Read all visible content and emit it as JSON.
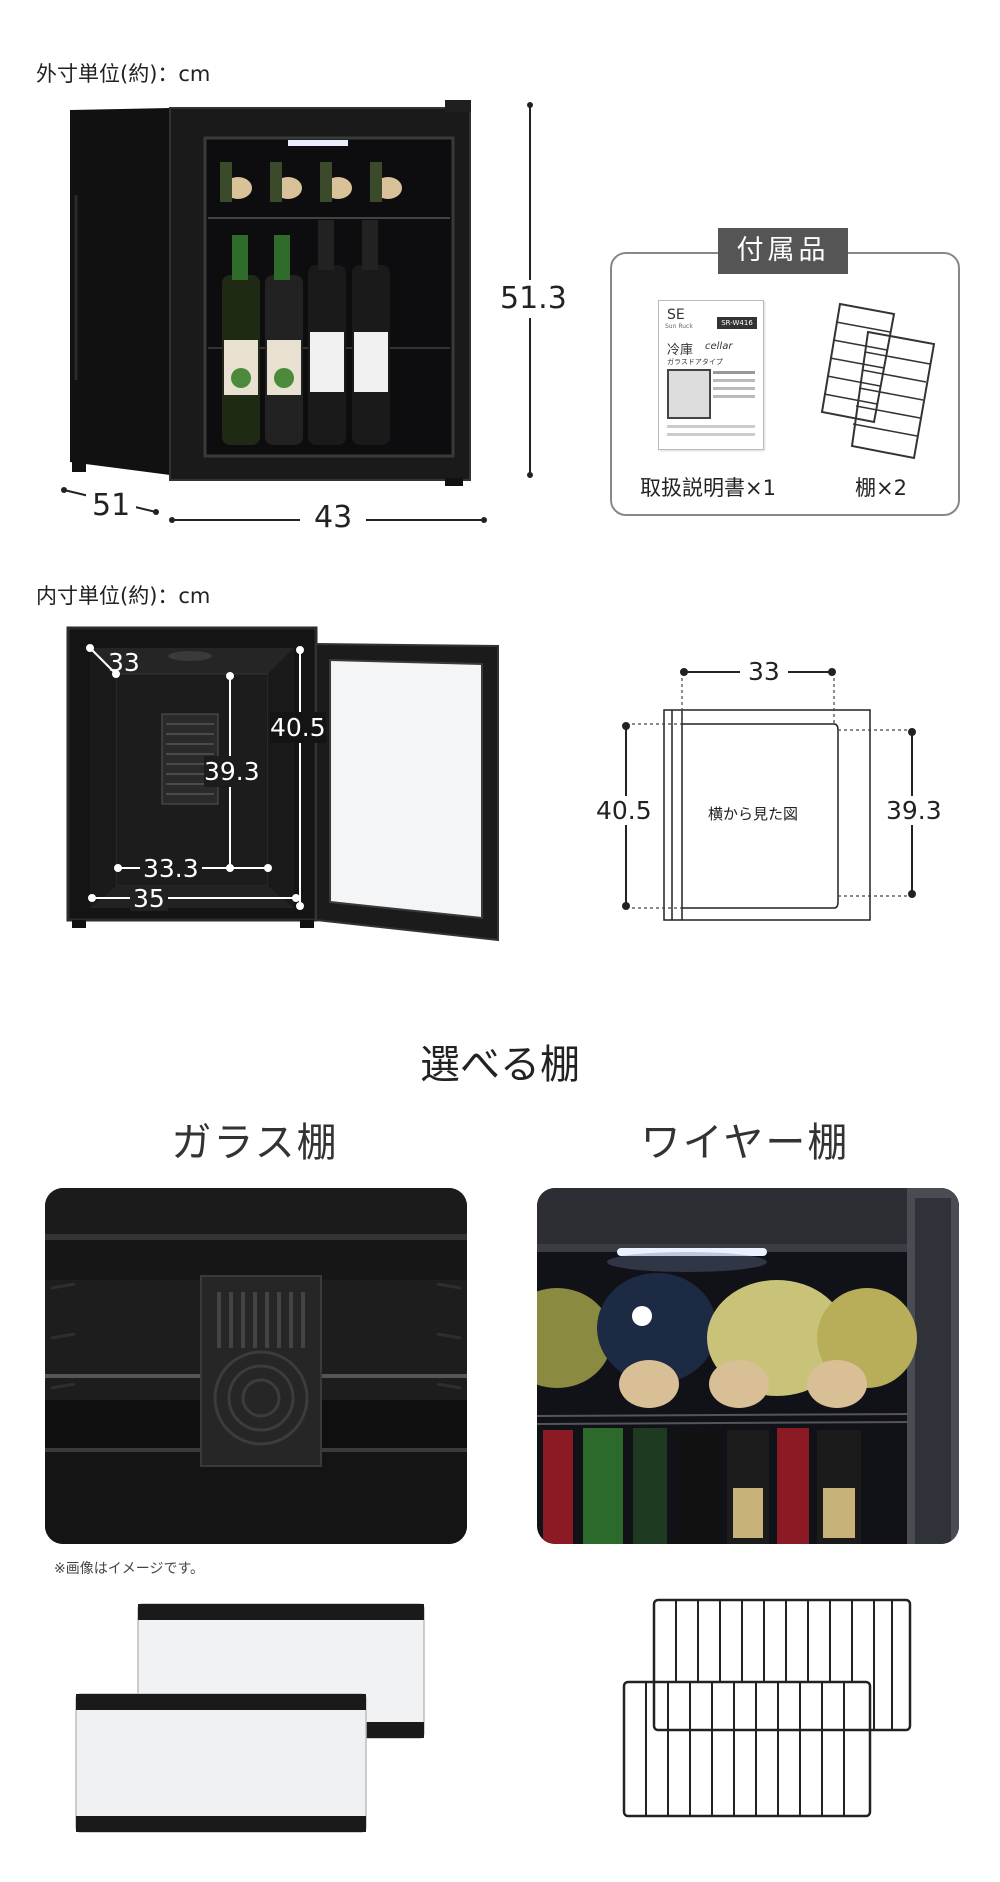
{
  "outer": {
    "label": "外寸単位(約)：cm",
    "height": "51.3",
    "width": "43",
    "depth": "51"
  },
  "accessories": {
    "title": "付属品",
    "items": [
      {
        "label": "取扱説明書×1",
        "icon": "manual-icon"
      },
      {
        "label": "棚×2",
        "icon": "wire-shelf-icon"
      }
    ],
    "manual": {
      "brand": "SE",
      "brand_sub": "Sun Ruck",
      "model": "SR-W416",
      "title_a": "冷庫",
      "title_b": "cellar",
      "subtitle": "ガラスドアタイプ"
    }
  },
  "inner": {
    "label": "内寸単位(約)：cm",
    "diag": "33",
    "height": "40.5",
    "back_height": "39.3",
    "back_width": "33.3",
    "width": "35"
  },
  "side_view": {
    "caption": "横から見た図",
    "top": "33",
    "left": "40.5",
    "right": "39.3"
  },
  "shelves": {
    "heading": "選べる棚",
    "glass_label": "ガラス棚",
    "wire_label": "ワイヤー棚",
    "note": "※画像はイメージです。"
  },
  "colors": {
    "fridge": "#141414",
    "frame": "#2a2a2a",
    "interior": "#1a1a1a",
    "light": "#f2f6ff",
    "badge_bg": "#555555"
  }
}
